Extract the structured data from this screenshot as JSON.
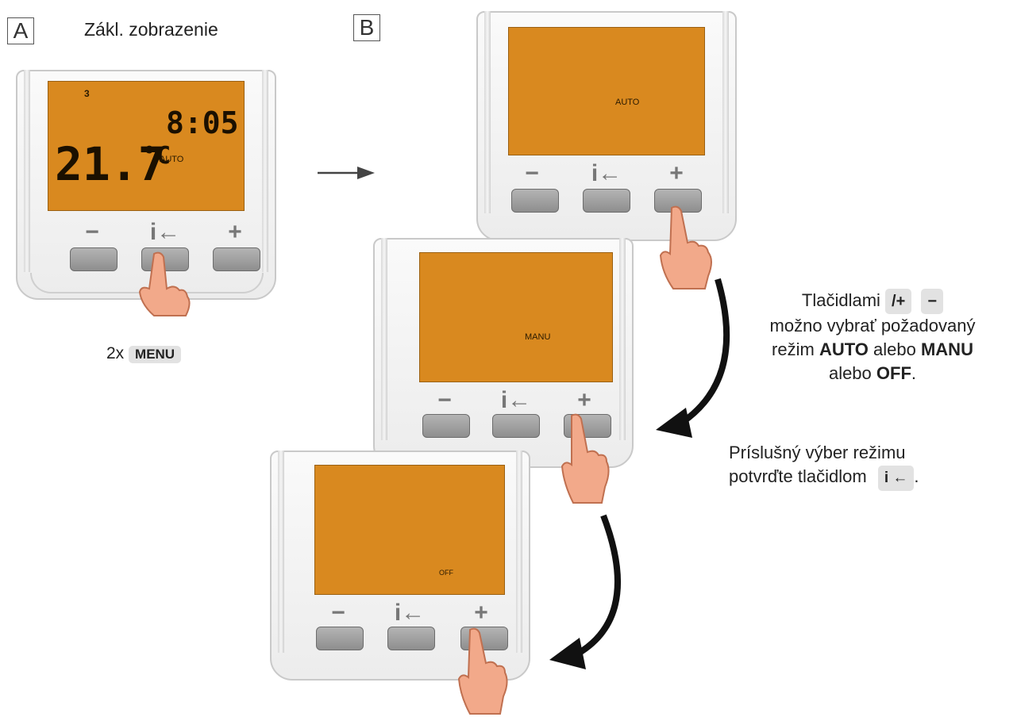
{
  "panel_a": {
    "letter": "A",
    "caption": "Zákl. zobrazenie",
    "screen": {
      "day": "3",
      "time": "8:05",
      "temp": "21.7",
      "unit": "°C",
      "mode": "AUTO"
    },
    "press": {
      "count": "2x",
      "key": "MENU"
    }
  },
  "panel_b": {
    "letter": "B"
  },
  "buttons": {
    "minus": "−",
    "info": "i←",
    "plus": "+"
  },
  "screens": {
    "auto": "AUTO",
    "manu": "MANU",
    "off": "OFF"
  },
  "instructions": {
    "line1_pre": "Tlačidlami",
    "plus_sym": "/+",
    "minus_sym": "−",
    "line2": "možno vybrať požadovaný",
    "line3_pre": "režim",
    "auto": "AUTO",
    "or1": "alebo",
    "manu": "MANU",
    "or2": "alebo",
    "off": "OFF",
    "dot": ".",
    "confirm1": "Príslušný výber režimu",
    "confirm2": "potvrďte tlačidlom",
    "confirm_key": "i ←",
    "confirm_dot": "."
  },
  "colors": {
    "lcd": "#d9891f",
    "button": "#9e9e9e",
    "hand": "#f2a98a",
    "arrow": "#111111"
  }
}
